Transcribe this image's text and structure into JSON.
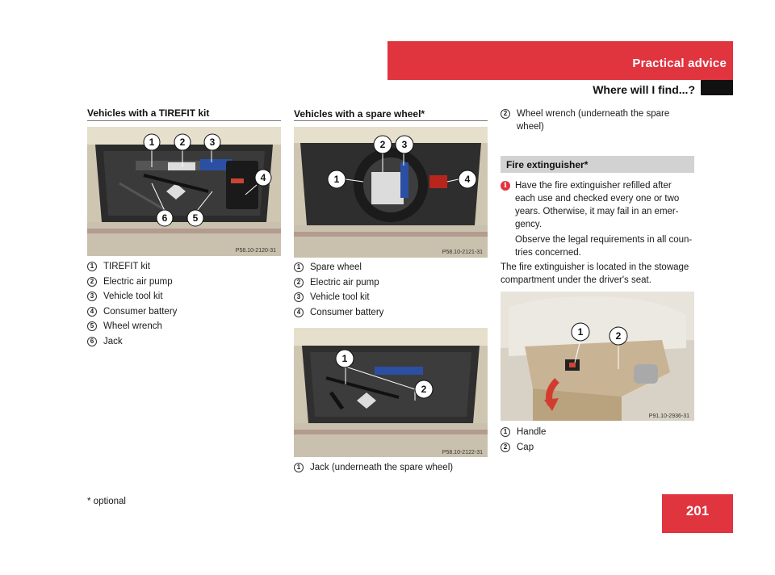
{
  "header": {
    "section": "Practical advice",
    "subtitle": "Where will I find...?"
  },
  "col1": {
    "title": "Vehicles with a TIREFIT kit",
    "photo_code": "P58.10-2120-31",
    "items": [
      {
        "n": "1",
        "label": "TIREFIT kit"
      },
      {
        "n": "2",
        "label": "Electric air pump"
      },
      {
        "n": "3",
        "label": "Vehicle tool kit"
      },
      {
        "n": "4",
        "label": "Consumer battery"
      },
      {
        "n": "5",
        "label": "Wheel wrench"
      },
      {
        "n": "6",
        "label": "Jack"
      }
    ]
  },
  "col2": {
    "title": "Vehicles with a spare wheel*",
    "photo1_code": "P58.10-2121-31",
    "items": [
      {
        "n": "1",
        "label": "Spare wheel"
      },
      {
        "n": "2",
        "label": "Electric air pump"
      },
      {
        "n": "3",
        "label": "Vehicle tool kit"
      },
      {
        "n": "4",
        "label": "Consumer battery"
      }
    ],
    "photo2_code": "P58.10-2122-31",
    "photo2_items": [
      {
        "n": "1",
        "label": "Jack (underneath the spare wheel)"
      }
    ]
  },
  "col3": {
    "top_item": {
      "n": "2",
      "label_l1": "Wheel wrench (underneath the spare",
      "label_l2": "wheel)"
    },
    "fe_heading": "Fire extinguisher*",
    "info_lines": [
      "Have the fire extinguisher refilled after",
      "each use and checked every one or two",
      "years. Otherwise, it may fail in an emer-",
      "gency."
    ],
    "info_lines2": [
      "Observe the legal requirements in all coun-",
      "tries concerned."
    ],
    "para_lines": [
      "The fire extinguisher is located in the stowage",
      "compartment under the driver's seat."
    ],
    "photo_code": "P91.10-2936-31",
    "items": [
      {
        "n": "1",
        "label": "Handle"
      },
      {
        "n": "2",
        "label": "Cap"
      }
    ]
  },
  "footer": {
    "note": "* optional",
    "page": "201"
  },
  "colors": {
    "accent": "#e0343f",
    "heading_bar": "#d2d2d2"
  }
}
